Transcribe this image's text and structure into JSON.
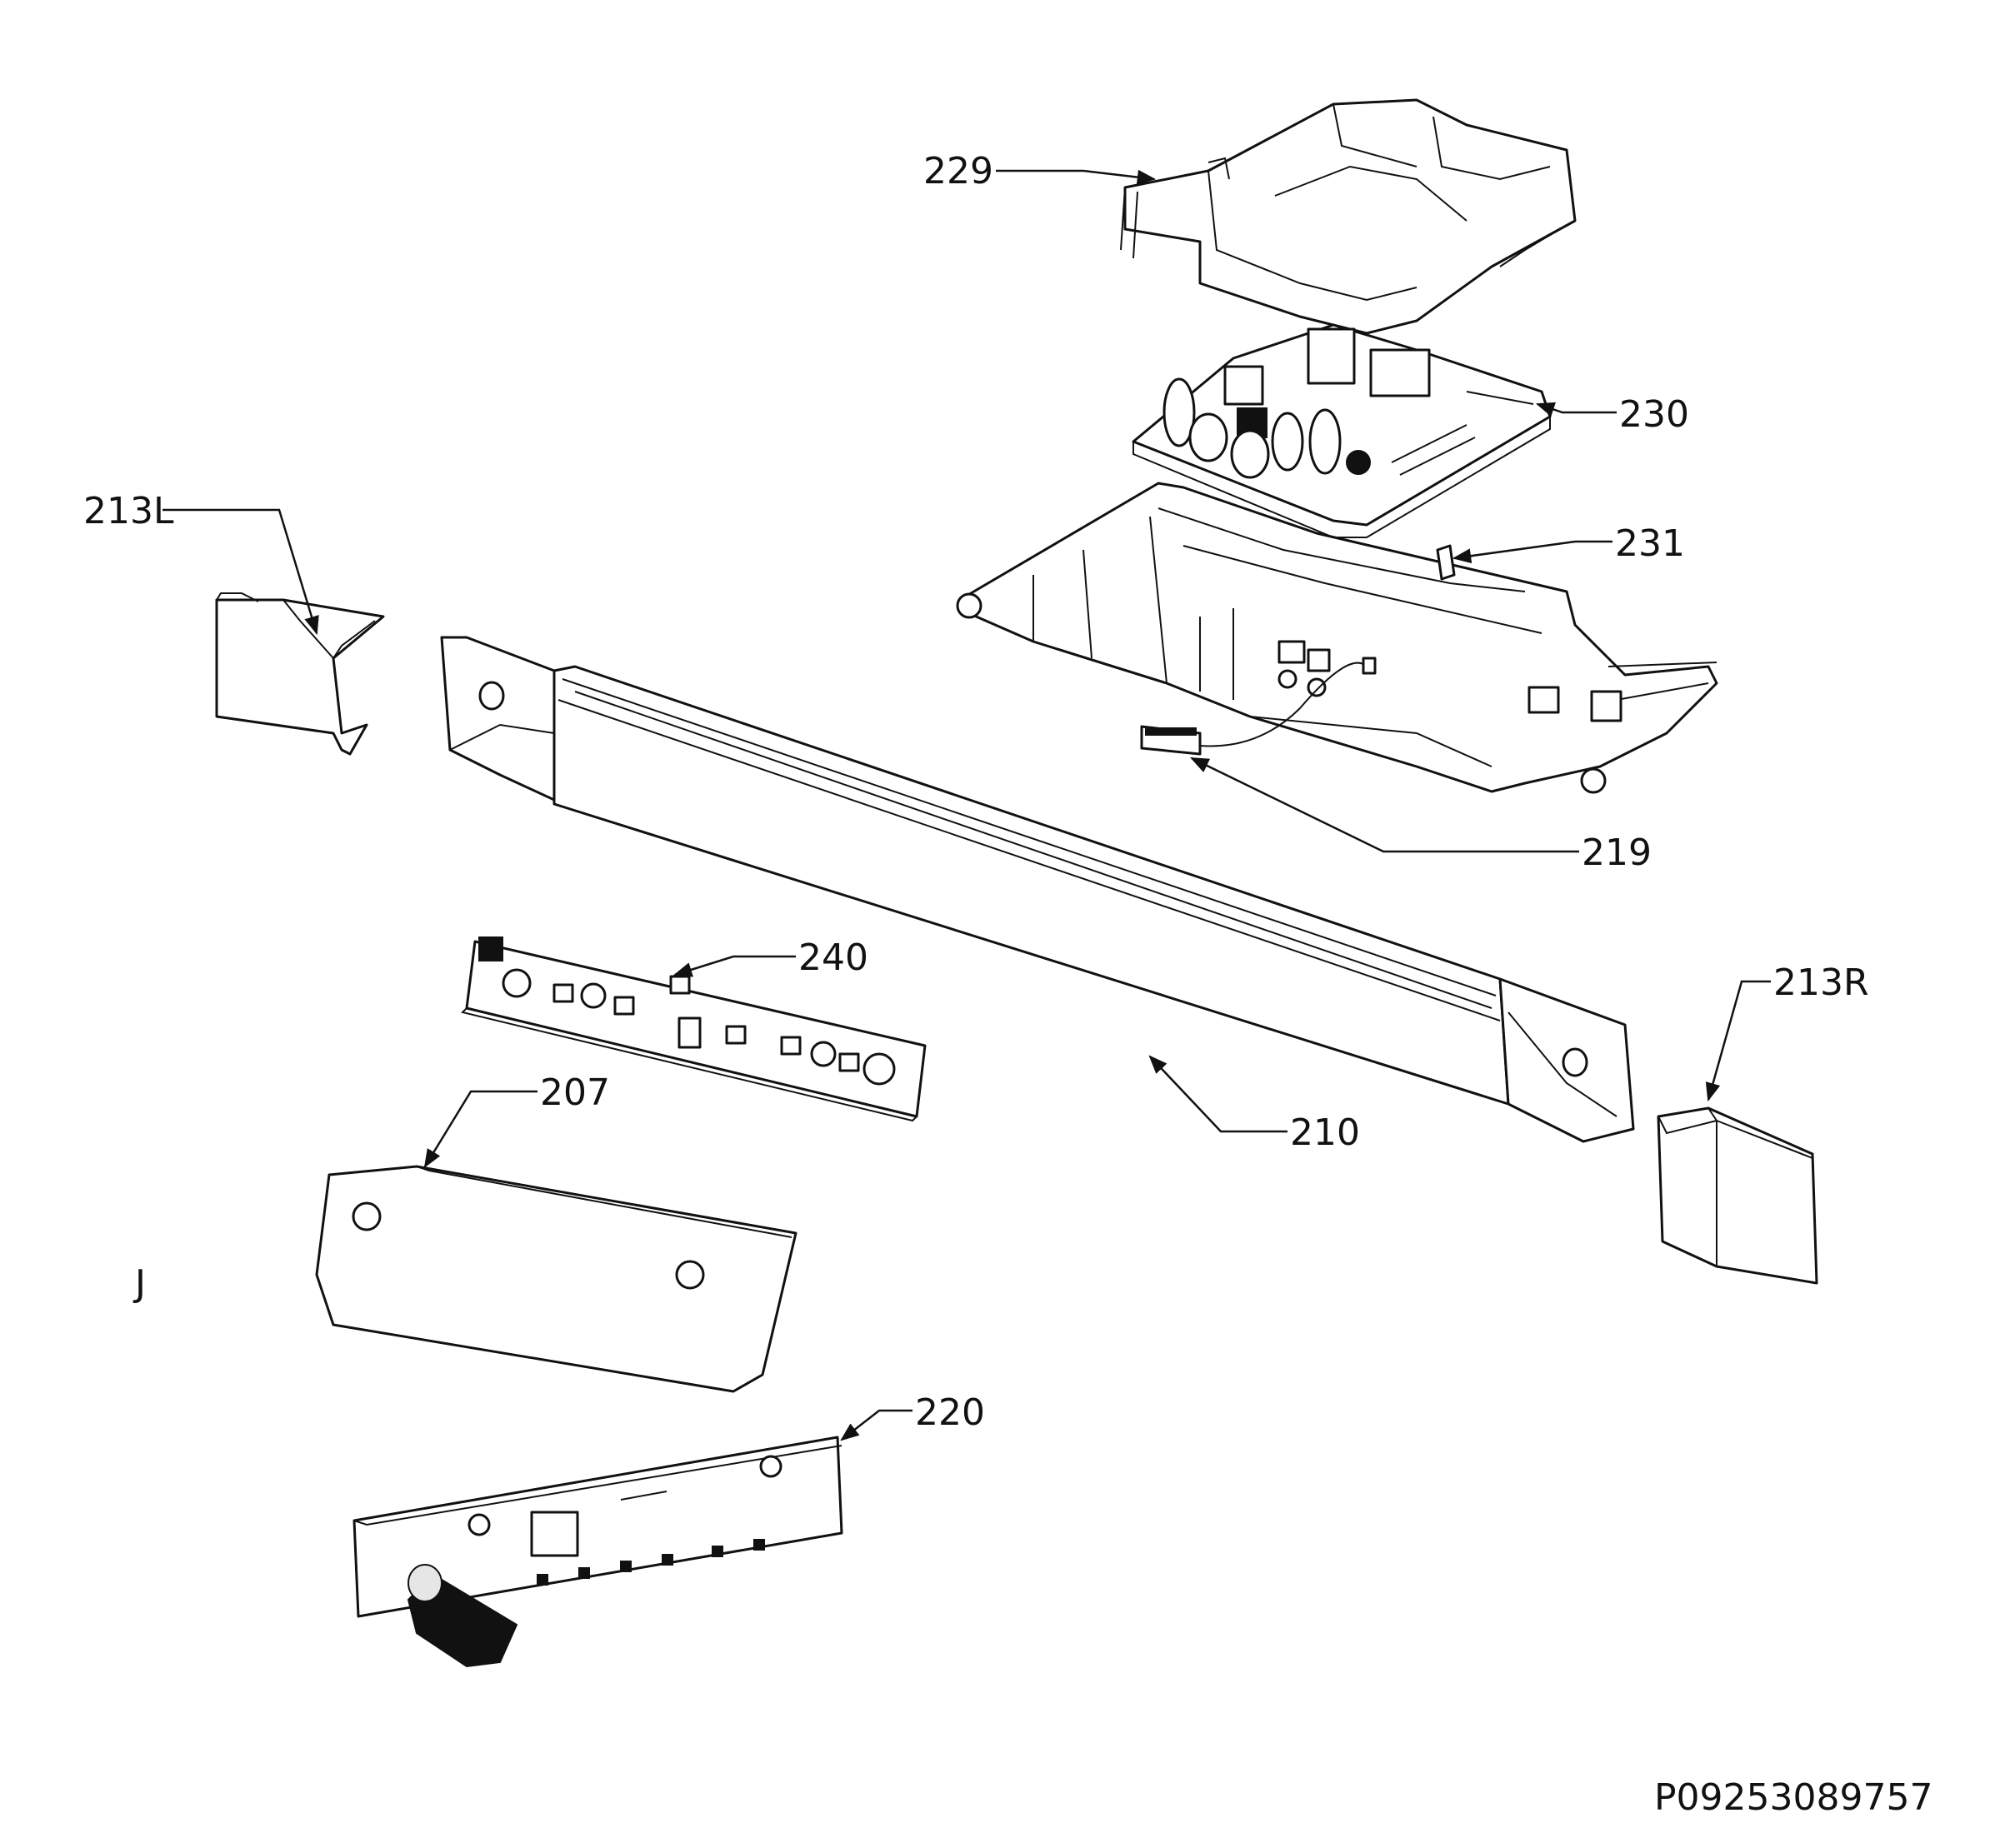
{
  "document_id": "P09253089757",
  "stray_mark": "J",
  "callouts": [
    {
      "key": "c229",
      "label": "229"
    },
    {
      "key": "c230",
      "label": "230"
    },
    {
      "key": "c231",
      "label": "231"
    },
    {
      "key": "c213L",
      "label": "213L"
    },
    {
      "key": "c219",
      "label": "219"
    },
    {
      "key": "c240",
      "label": "240"
    },
    {
      "key": "c213R",
      "label": "213R"
    },
    {
      "key": "c207",
      "label": "207"
    },
    {
      "key": "c210",
      "label": "210"
    },
    {
      "key": "c220",
      "label": "220"
    }
  ],
  "colors": {
    "line": "#111111",
    "background": "#ffffff"
  }
}
